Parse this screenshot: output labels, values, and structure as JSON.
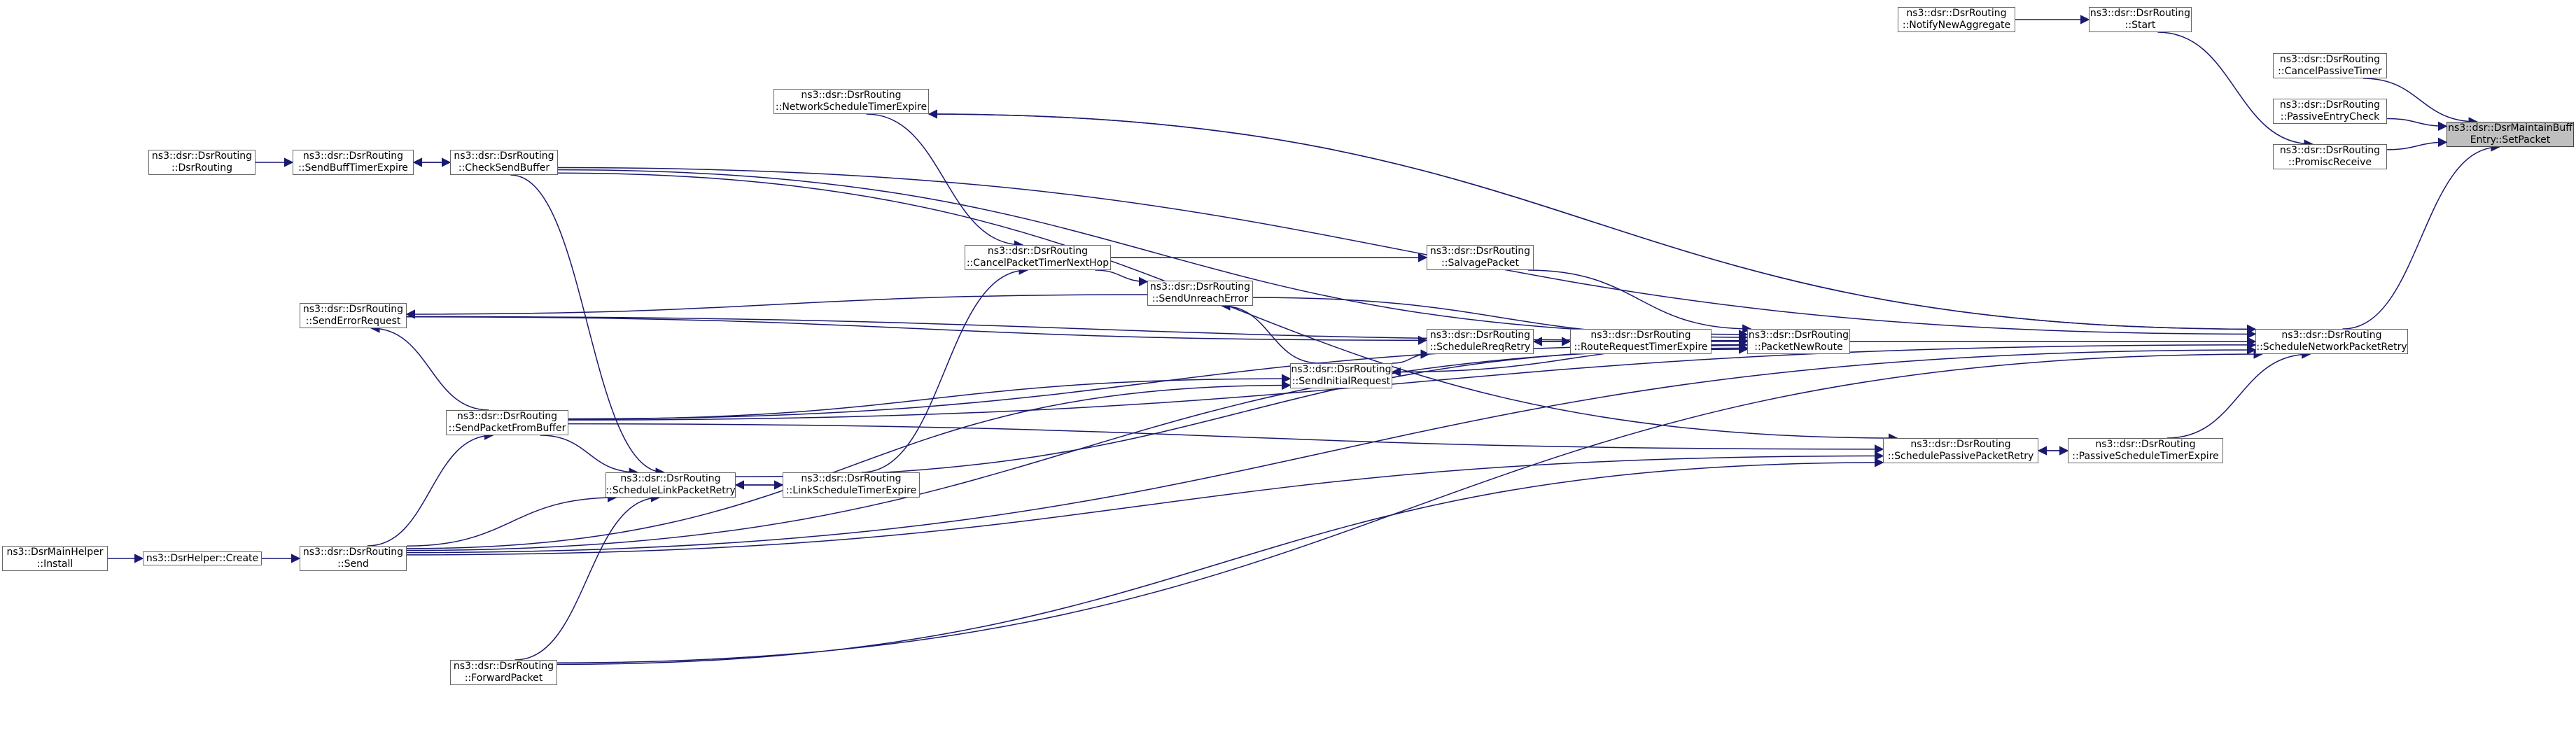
{
  "diagram": {
    "type": "call-graph",
    "edge_color": "#191970",
    "node_border_color": "#666666",
    "focus_fill": "#bfbfbf",
    "nodes": {
      "set_packet": {
        "line1": "ns3::dsr::DsrMaintainBuff",
        "line2": "Entry::SetPacket",
        "focus": true
      },
      "cancel_passive": {
        "line1": "ns3::dsr::DsrRouting",
        "line2": "::CancelPassiveTimer"
      },
      "passive_check": {
        "line1": "ns3::dsr::DsrRouting",
        "line2": "::PassiveEntryCheck"
      },
      "promisc": {
        "line1": "ns3::dsr::DsrRouting",
        "line2": "::PromiscReceive"
      },
      "start": {
        "line1": "ns3::dsr::DsrRouting",
        "line2": "::Start"
      },
      "notify": {
        "line1": "ns3::dsr::DsrRouting",
        "line2": "::NotifyNewAggregate"
      },
      "sched_net": {
        "line1": "ns3::dsr::DsrRouting",
        "line2": "::ScheduleNetworkPacketRetry"
      },
      "net_timer": {
        "line1": "ns3::dsr::DsrRouting",
        "line2": "::NetworkScheduleTimerExpire"
      },
      "check_send": {
        "line1": "ns3::dsr::DsrRouting",
        "line2": "::CheckSendBuffer"
      },
      "send_buff_timer": {
        "line1": "ns3::dsr::DsrRouting",
        "line2": "::SendBuffTimerExpire"
      },
      "dsr_routing": {
        "line1": "ns3::dsr::DsrRouting",
        "line2": "::DsrRouting"
      },
      "packet_new": {
        "line1": "ns3::dsr::DsrRouting",
        "line2": "::PacketNewRoute"
      },
      "salvage": {
        "line1": "ns3::dsr::DsrRouting",
        "line2": "::SalvagePacket"
      },
      "cancel_next": {
        "line1": "ns3::dsr::DsrRouting",
        "line2": "::CancelPacketTimerNextHop"
      },
      "send_unreach": {
        "line1": "ns3::dsr::DsrRouting",
        "line2": "::SendUnreachError"
      },
      "send_error": {
        "line1": "ns3::dsr::DsrRouting",
        "line2": "::SendErrorRequest"
      },
      "sched_rreq": {
        "line1": "ns3::dsr::DsrRouting",
        "line2": "::ScheduleRreqRetry"
      },
      "rreq_timer": {
        "line1": "ns3::dsr::DsrRouting",
        "line2": "::RouteRequestTimerExpire"
      },
      "send_initial": {
        "line1": "ns3::dsr::DsrRouting",
        "line2": "::SendInitialRequest"
      },
      "send_from_buf": {
        "line1": "ns3::dsr::DsrRouting",
        "line2": "::SendPacketFromBuffer"
      },
      "sched_passive": {
        "line1": "ns3::dsr::DsrRouting",
        "line2": "::SchedulePassivePacketRetry"
      },
      "passive_timer": {
        "line1": "ns3::dsr::DsrRouting",
        "line2": "::PassiveScheduleTimerExpire"
      },
      "sched_link": {
        "line1": "ns3::dsr::DsrRouting",
        "line2": "::ScheduleLinkPacketRetry"
      },
      "link_timer": {
        "line1": "ns3::dsr::DsrRouting",
        "line2": "::LinkScheduleTimerExpire"
      },
      "send": {
        "line1": "ns3::dsr::DsrRouting",
        "line2": "::Send"
      },
      "forward": {
        "line1": "ns3::dsr::DsrRouting",
        "line2": "::ForwardPacket"
      },
      "helper_create": {
        "line1": "ns3::DsrHelper::Create",
        "line2": ""
      },
      "main_install": {
        "line1": "ns3::DsrMainHelper",
        "line2": "::Install"
      }
    },
    "edges": [
      [
        "cancel_passive",
        "set_packet"
      ],
      [
        "passive_check",
        "set_packet"
      ],
      [
        "promisc",
        "set_packet"
      ],
      [
        "sched_net",
        "set_packet"
      ],
      [
        "start",
        "promisc"
      ],
      [
        "notify",
        "start"
      ],
      [
        "check_send",
        "sched_net"
      ],
      [
        "net_timer",
        "sched_net"
      ],
      [
        "packet_new",
        "sched_net"
      ],
      [
        "passive_timer",
        "sched_net"
      ],
      [
        "send_from_buf",
        "sched_net"
      ],
      [
        "send",
        "sched_net"
      ],
      [
        "forward",
        "sched_net"
      ],
      [
        "sched_net",
        "net_timer"
      ],
      [
        "check_send",
        "send_buff_timer"
      ],
      [
        "send_buff_timer",
        "check_send"
      ],
      [
        "dsr_routing",
        "send_buff_timer"
      ],
      [
        "check_send",
        "packet_new"
      ],
      [
        "salvage",
        "packet_new"
      ],
      [
        "send_unreach",
        "packet_new"
      ],
      [
        "send_error",
        "packet_new"
      ],
      [
        "rreq_timer",
        "packet_new"
      ],
      [
        "send_from_buf",
        "packet_new"
      ],
      [
        "send",
        "packet_new"
      ],
      [
        "sched_link",
        "packet_new"
      ],
      [
        "packet_new",
        "send_initial"
      ],
      [
        "cancel_next",
        "salvage"
      ],
      [
        "cancel_next",
        "send_unreach"
      ],
      [
        "net_timer",
        "cancel_next"
      ],
      [
        "link_timer",
        "cancel_next"
      ],
      [
        "send_unreach",
        "send_error"
      ],
      [
        "send_error",
        "sched_rreq"
      ],
      [
        "send_initial",
        "sched_rreq"
      ],
      [
        "sched_rreq",
        "rreq_timer"
      ],
      [
        "rreq_timer",
        "sched_rreq"
      ],
      [
        "send_initial",
        "send_unreach"
      ],
      [
        "send_from_buf",
        "send_initial"
      ],
      [
        "send",
        "send_initial"
      ],
      [
        "send_from_buf",
        "send_error"
      ],
      [
        "send_from_buf",
        "sched_passive"
      ],
      [
        "send_from_buf",
        "sched_link"
      ],
      [
        "check_send",
        "sched_link"
      ],
      [
        "send",
        "send_from_buf"
      ],
      [
        "send",
        "sched_link"
      ],
      [
        "forward",
        "sched_link"
      ],
      [
        "link_timer",
        "sched_link"
      ],
      [
        "sched_link",
        "link_timer"
      ],
      [
        "sched_passive",
        "passive_timer"
      ],
      [
        "passive_timer",
        "sched_passive"
      ],
      [
        "check_send",
        "sched_passive"
      ],
      [
        "send",
        "sched_passive"
      ],
      [
        "forward",
        "sched_passive"
      ],
      [
        "helper_create",
        "send"
      ],
      [
        "main_install",
        "helper_create"
      ]
    ]
  }
}
